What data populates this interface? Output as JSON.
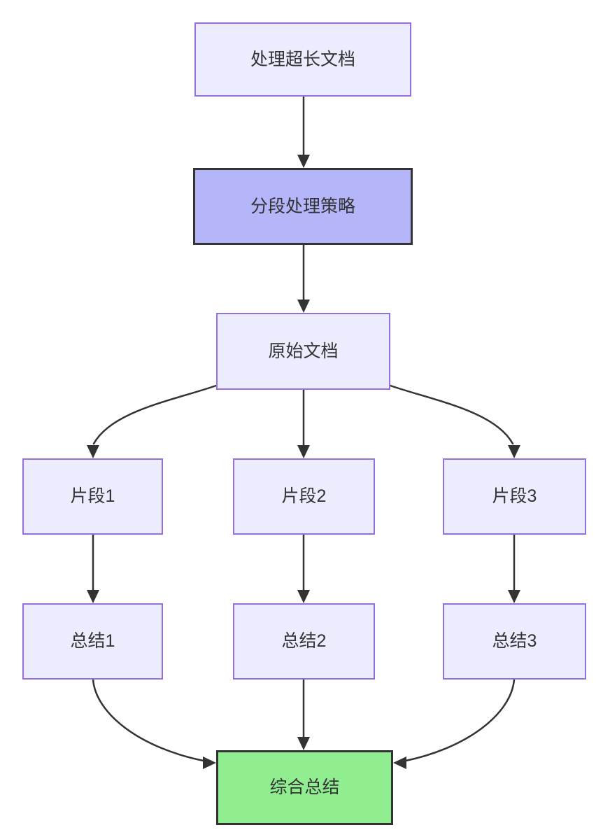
{
  "diagram": {
    "type": "flowchart",
    "direction": "top-down",
    "colors": {
      "node_fill": "#ECECFF",
      "node_border": "#9370DB",
      "highlight_fill": "#B5B6FA",
      "highlight_border": "#333333",
      "result_fill": "#90EE90",
      "result_border": "#333333",
      "edge": "#333333",
      "text": "#333333",
      "background": "#FFFFFF"
    },
    "nodes": [
      {
        "id": "A",
        "label": "处理超长文档",
        "style": "default"
      },
      {
        "id": "B",
        "label": "分段处理策略",
        "style": "highlight"
      },
      {
        "id": "C",
        "label": "原始文档",
        "style": "default"
      },
      {
        "id": "D1",
        "label": "片段1",
        "style": "default"
      },
      {
        "id": "D2",
        "label": "片段2",
        "style": "default"
      },
      {
        "id": "D3",
        "label": "片段3",
        "style": "default"
      },
      {
        "id": "E1",
        "label": "总结1",
        "style": "default"
      },
      {
        "id": "E2",
        "label": "总结2",
        "style": "default"
      },
      {
        "id": "E3",
        "label": "总结3",
        "style": "default"
      },
      {
        "id": "F",
        "label": "综合总结",
        "style": "result"
      }
    ],
    "edges": [
      [
        "A",
        "B"
      ],
      [
        "B",
        "C"
      ],
      [
        "C",
        "D1"
      ],
      [
        "C",
        "D2"
      ],
      [
        "C",
        "D3"
      ],
      [
        "D1",
        "E1"
      ],
      [
        "D2",
        "E2"
      ],
      [
        "D3",
        "E3"
      ],
      [
        "E1",
        "F"
      ],
      [
        "E2",
        "F"
      ],
      [
        "E3",
        "F"
      ]
    ]
  }
}
